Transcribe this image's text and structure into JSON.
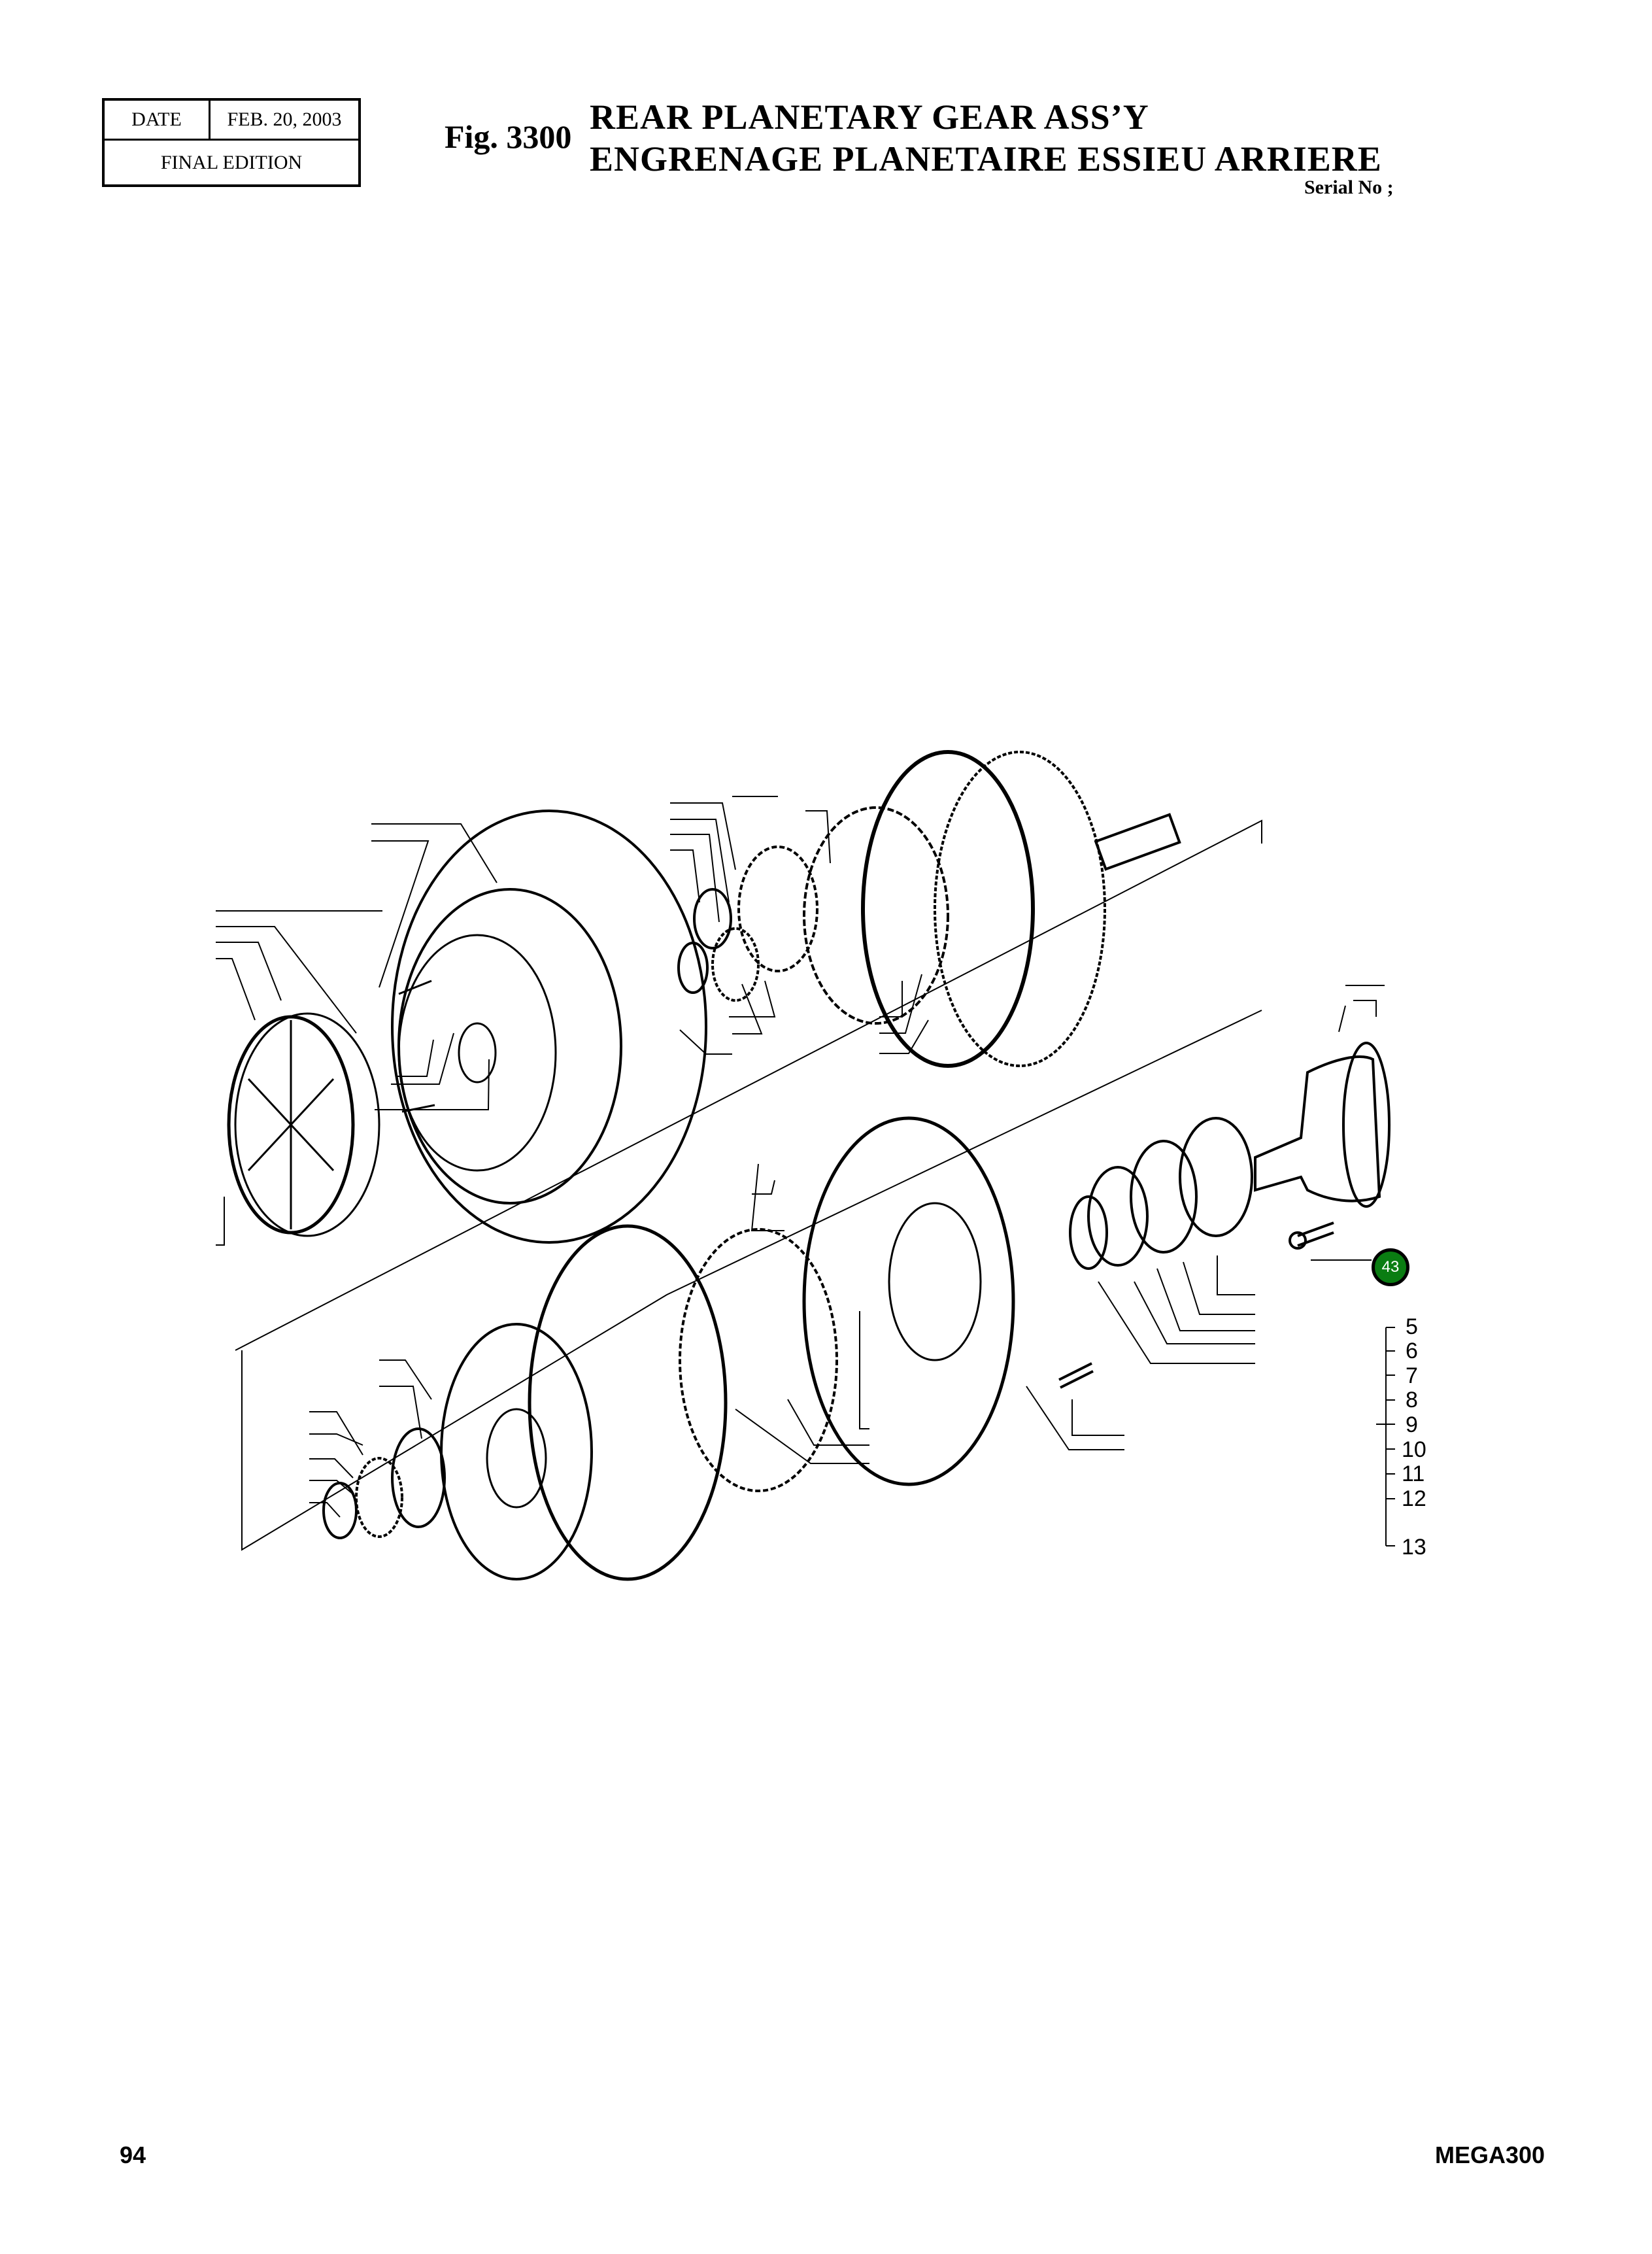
{
  "header": {
    "date_label": "DATE",
    "date_value": "FEB. 20, 2003",
    "edition": "FINAL EDITION",
    "figure_number": "Fig. 3300",
    "title_en": "REAR PLANETARY GEAR ASS’Y",
    "title_fr": "ENGRENAGE PLANETAIRE ESSIEU ARRIERE",
    "serial_label": "Serial No ;"
  },
  "diagram": {
    "highlight_callout": {
      "number": "43",
      "color": "#0a7d12"
    },
    "reference_list": [
      "5",
      "6",
      "7",
      "8",
      "9",
      "10",
      "11",
      "12",
      "13"
    ]
  },
  "footer": {
    "page_number": "94",
    "model": "MEGA300"
  }
}
